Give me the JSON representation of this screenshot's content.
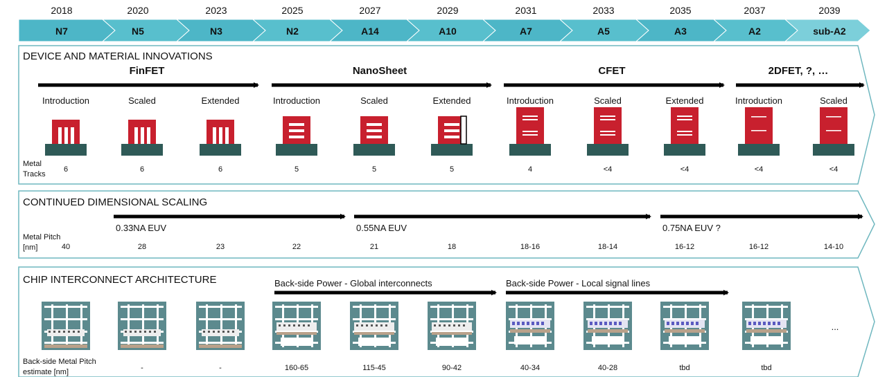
{
  "timeline": {
    "years": [
      "2018",
      "2020",
      "2023",
      "2025",
      "2027",
      "2029",
      "2031",
      "2033",
      "2035",
      "2037",
      "2039"
    ],
    "nodes": [
      "N7",
      "N5",
      "N3",
      "N2",
      "A14",
      "A10",
      "A7",
      "A5",
      "A3",
      "A2",
      "sub-A2"
    ]
  },
  "device": {
    "title": "DEVICE AND MATERIAL INNOVATIONS",
    "groups": [
      "FinFET",
      "NanoSheet",
      "CFET",
      "2DFET, ?, …"
    ],
    "stages": [
      "Introduction",
      "Scaled",
      "Extended",
      "Introduction",
      "Scaled",
      "Extended",
      "Introduction",
      "Scaled",
      "Extended",
      "Introduction",
      "Scaled"
    ],
    "metal_tracks_label": [
      "Metal",
      "Tracks"
    ],
    "metal_tracks": [
      "6",
      "6",
      "6",
      "5",
      "5",
      "5",
      "4",
      "<4",
      "<4",
      "<4",
      "<4"
    ]
  },
  "scaling": {
    "title": "CONTINUED DIMENSIONAL SCALING",
    "euv": [
      "0.33NA EUV",
      "0.55NA EUV",
      "0.75NA EUV ?"
    ],
    "metal_pitch_label": [
      "Metal Pitch",
      "[nm]"
    ],
    "metal_pitch": [
      "40",
      "28",
      "23",
      "22",
      "21",
      "18",
      "18-16",
      "18-14",
      "16-12",
      "16-12",
      "14-10"
    ]
  },
  "interconnect": {
    "title": "CHIP INTERCONNECT ARCHITECTURE",
    "bsp_global": "Back-side Power - Global interconnects",
    "bsp_local": "Back-side Power - Local signal lines",
    "ellipsis": "...",
    "pitch_label": [
      "Back-side Metal Pitch",
      "estimate [nm]"
    ],
    "pitch": [
      "-",
      "-",
      "160-65",
      "115-45",
      "90-42",
      "40-34",
      "40-28",
      "tbd",
      "tbd"
    ]
  },
  "colors": {
    "timeline_fill": "#4bb8c9",
    "section_border": "#6fb7bf",
    "device_red": "#c8202e",
    "substrate": "#2f5a57",
    "chip_bg": "#5c8a8e"
  }
}
